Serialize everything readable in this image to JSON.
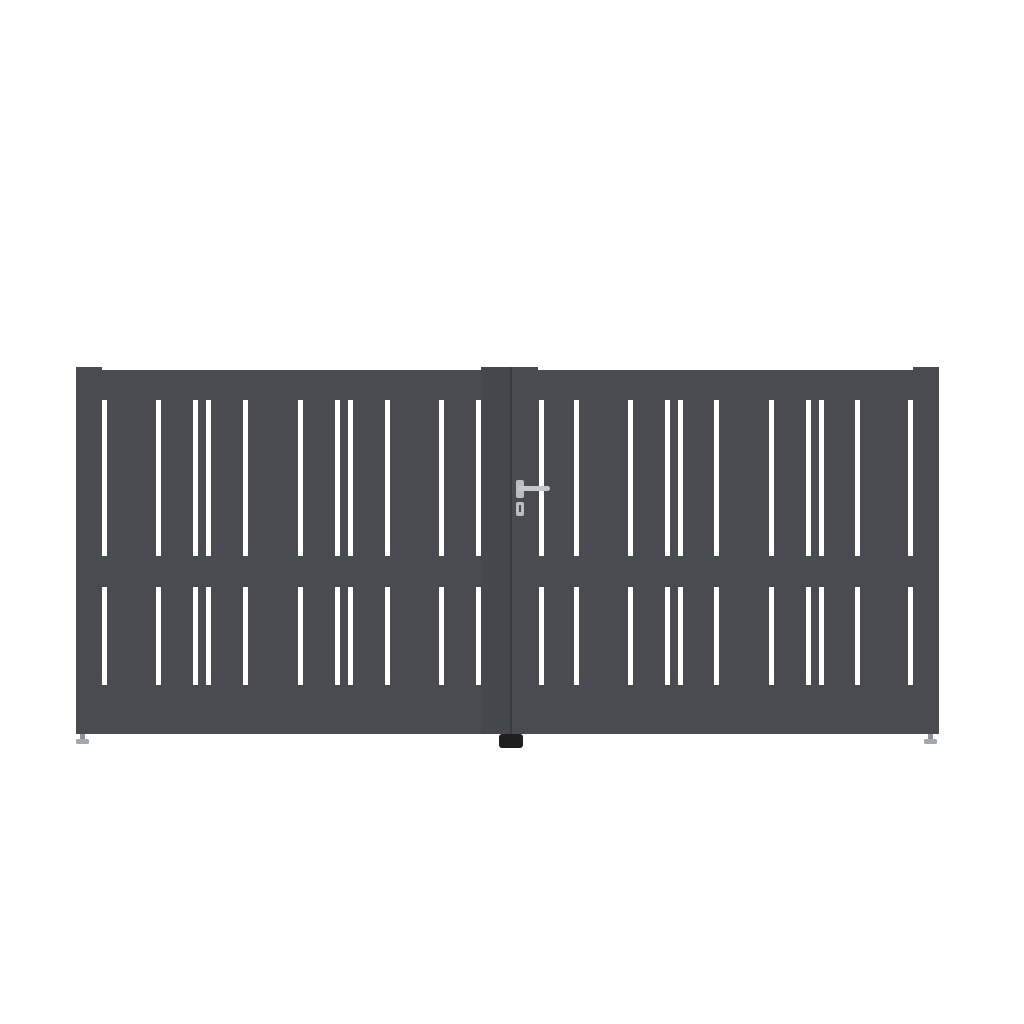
{
  "colors": {
    "background": "#ffffff",
    "gate": "#4a4b50",
    "gate_shadow": "#3e3f44",
    "gap": "#ffffff",
    "handle": "#b9bcc0",
    "handle_dark": "#8e9196",
    "foot": "#9a9da2",
    "stop": "#1f1f22"
  },
  "gate": {
    "leaves": [
      "left-leaf",
      "right-leaf"
    ],
    "style": "double swing gate with vertical slat gaps and a middle rail",
    "icons": {
      "handle": "door-handle-icon",
      "keyhole": "keyhole-icon",
      "foot": "adjustable-foot-icon",
      "stop": "ground-stop-icon"
    }
  }
}
